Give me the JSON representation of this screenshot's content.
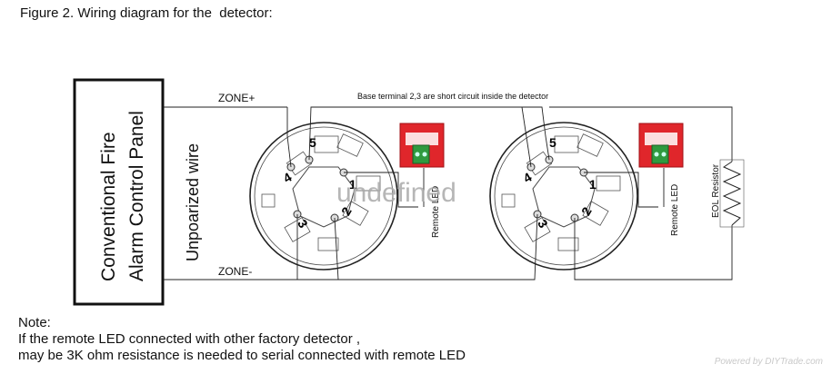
{
  "figure_title": "Figure 2. Wiring diagram for the  detector:",
  "panel": {
    "line1": "Conventional  Fire",
    "line2": "Alarm Control  Panel"
  },
  "wire_label": "Unpoarized  wire",
  "zone_plus": "ZONE+",
  "zone_minus": "ZONE-",
  "base_note": "Base  terminal  2,3  are  short  circuit  inside  the  detector",
  "terminals": [
    "1",
    "2",
    "3",
    "4",
    "5"
  ],
  "remote_led_label": "Remote LED",
  "eol_label": "EOL Resistor",
  "overlay_text": "undefined",
  "note": {
    "title": "Note:",
    "line1": "If the remote LED connected with other factory detector ,",
    "line2": "may be 3K ohm resistance is needed to serial connected with remote LED"
  },
  "watermark": "Powered by DIYTrade.com",
  "colors": {
    "led_red": "#e0262b",
    "led_green": "#2f9a3f",
    "line": "#222222"
  }
}
